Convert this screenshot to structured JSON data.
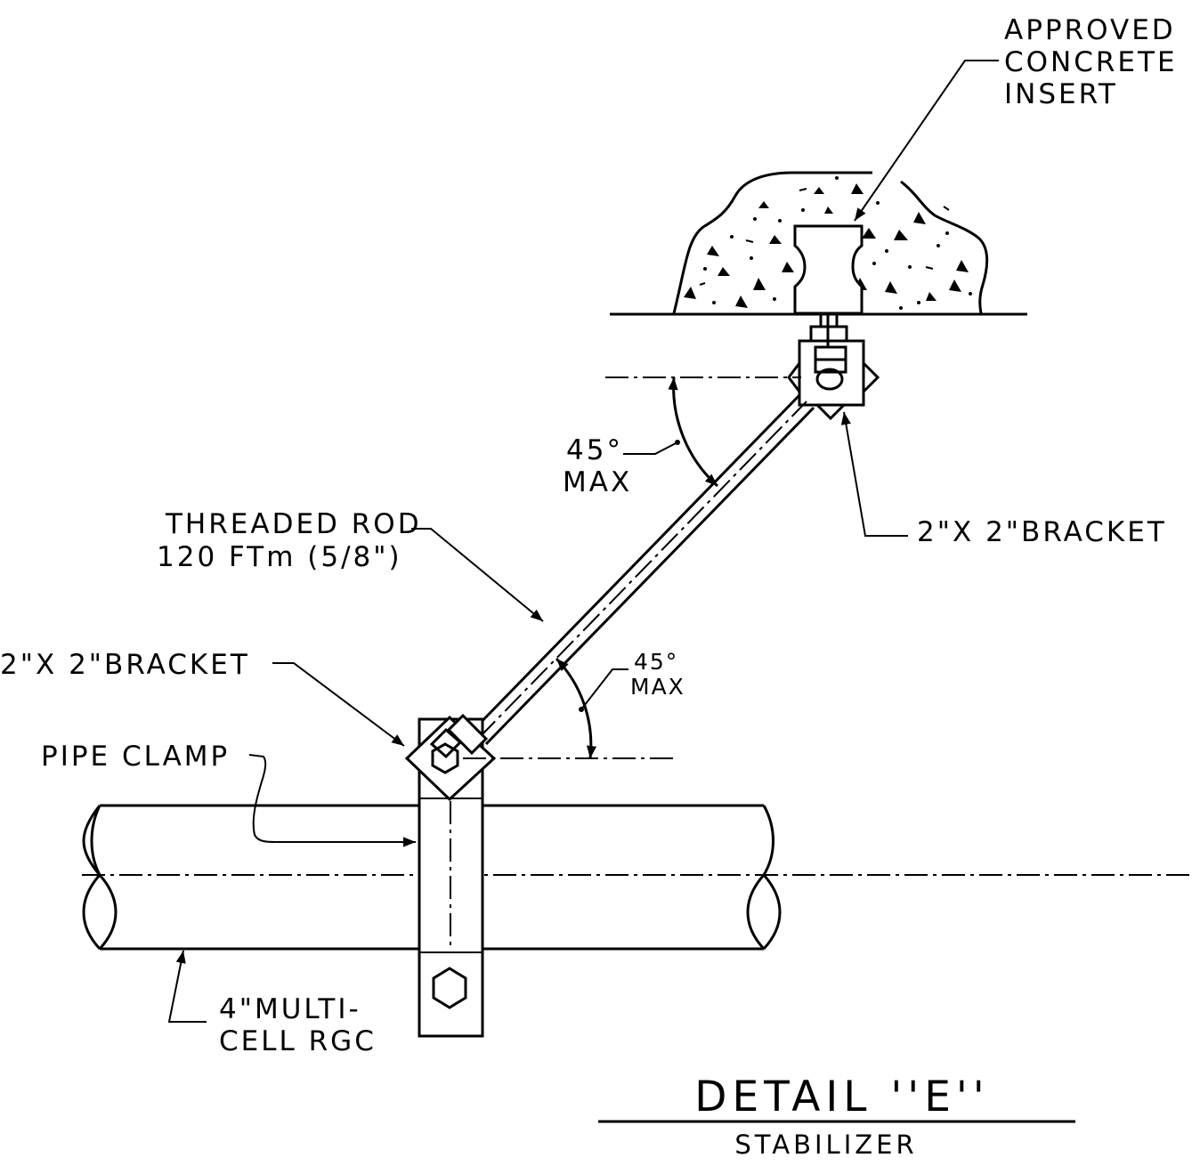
{
  "labels": {
    "concrete_insert": [
      "APPROVED",
      "CONCRETE",
      "INSERT"
    ],
    "angle_top": [
      "45°",
      "MAX"
    ],
    "angle_bottom": [
      "45°",
      "MAX"
    ],
    "threaded_rod": [
      "THREADED ROD",
      "120 FTm (5/8\")"
    ],
    "bracket_top": "2\"X 2\"BRACKET",
    "bracket_bottom": "2\"X 2\"BRACKET",
    "pipe_clamp": "PIPE CLAMP",
    "conduit": [
      "4\"MULTI-",
      "CELL RGC"
    ]
  },
  "title": {
    "main": "DETAIL ''E''",
    "sub": "STABILIZER"
  }
}
